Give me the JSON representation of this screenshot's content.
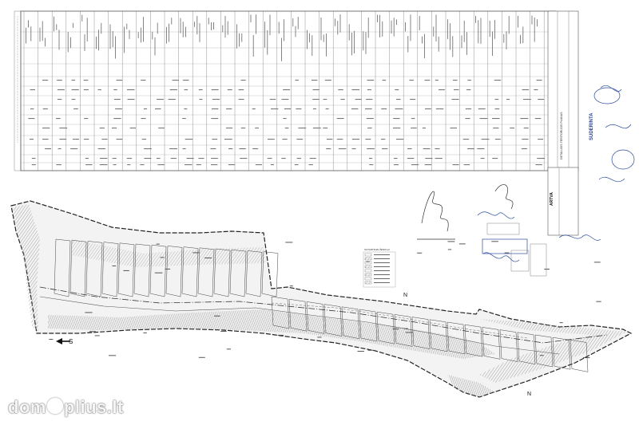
{
  "document": {
    "title": "DETALUSIS TERITORIJOS PLANAS",
    "approval_stamp": "SUDERINTA",
    "company_logo": "ARTVA",
    "north_label": "N",
    "south_label": "S",
    "north_label_2": "N",
    "legend_title": "SUTARTINIAI ŽENKLAI"
  },
  "watermark": {
    "prefix": "dom",
    "suffix": "plius.lt"
  },
  "icons": {
    "north_arrow": "north-arrow-icon",
    "signature": "signature-icon",
    "stamp": "stamp-icon"
  },
  "colors": {
    "ink": "#333333",
    "stamp_blue": "#2a4a9a",
    "hatch_gray": "#9a9a9a"
  }
}
